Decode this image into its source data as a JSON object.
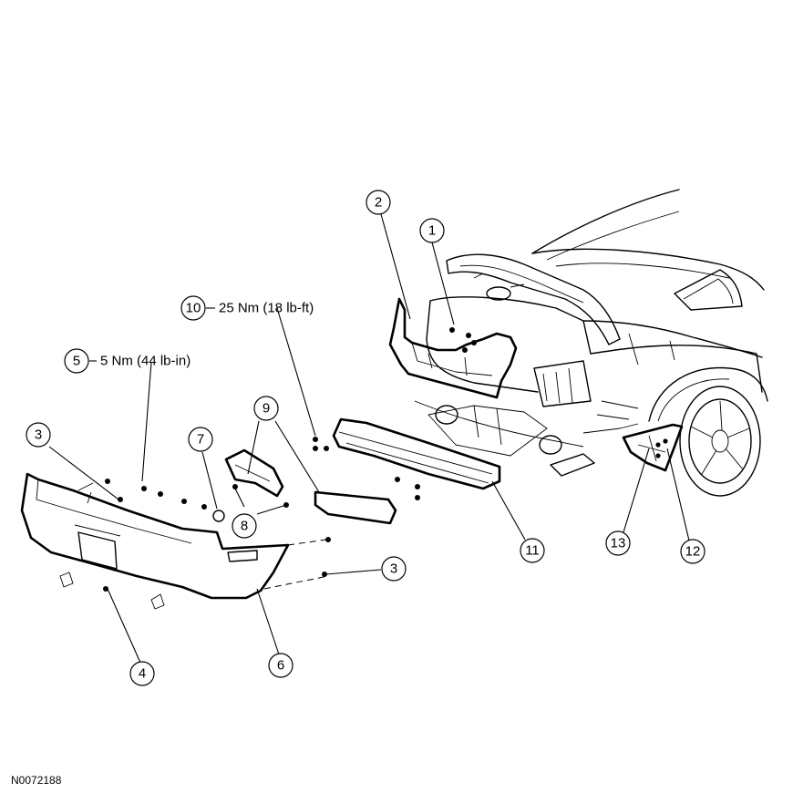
{
  "figure_id": "N0072188",
  "callouts": [
    {
      "id": "1",
      "number": "1"
    },
    {
      "id": "2",
      "number": "2"
    },
    {
      "id": "3a",
      "number": "3"
    },
    {
      "id": "3b",
      "number": "3"
    },
    {
      "id": "4",
      "number": "4"
    },
    {
      "id": "5",
      "number": "5",
      "torque": "5 Nm (44 lb-in)"
    },
    {
      "id": "6",
      "number": "6"
    },
    {
      "id": "7",
      "number": "7"
    },
    {
      "id": "8",
      "number": "8"
    },
    {
      "id": "9",
      "number": "9"
    },
    {
      "id": "10",
      "number": "10",
      "torque": "25 Nm (18 lb-ft)"
    },
    {
      "id": "11",
      "number": "11"
    },
    {
      "id": "12",
      "number": "12"
    },
    {
      "id": "13",
      "number": "13"
    }
  ]
}
